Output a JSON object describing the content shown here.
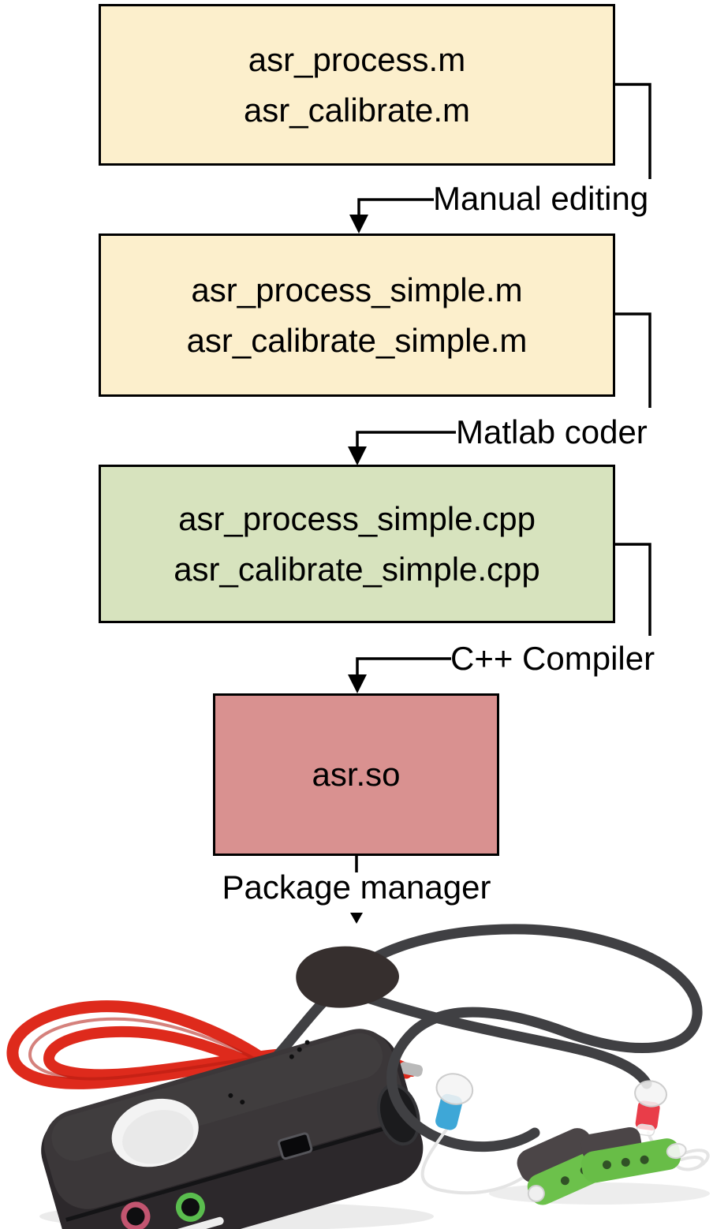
{
  "flowchart": {
    "box1": {
      "line1": "asr_process.m",
      "line2": "asr_calibrate.m"
    },
    "box2": {
      "line1": "asr_process_simple.m",
      "line2": "asr_calibrate_simple.m"
    },
    "box3": {
      "line1": "asr_process_simple.cpp",
      "line2": "asr_calibrate_simple.cpp"
    },
    "box4": {
      "line1": "asr.so"
    },
    "steps": {
      "step1": "Manual editing",
      "step2": "Matlab coder",
      "step3": "C++ Compiler",
      "step4": "Package manager"
    }
  },
  "colors": {
    "matlab_box_fill": "#FCEFCC",
    "cpp_box_fill": "#D7E3BE",
    "library_box_fill": "#D99190",
    "box_border": "#000000",
    "connector": "#000000",
    "photo_cable_red": "#DE2A1C",
    "photo_cable_dark": "#404043",
    "photo_earpiece_green": "#6CC14B",
    "photo_tip_blue": "#2E9FD4",
    "photo_tip_red": "#E8333F"
  },
  "photo": {
    "alt": "Black ASR recording device with red lanyard cable and green in-ear electrode earpieces"
  }
}
